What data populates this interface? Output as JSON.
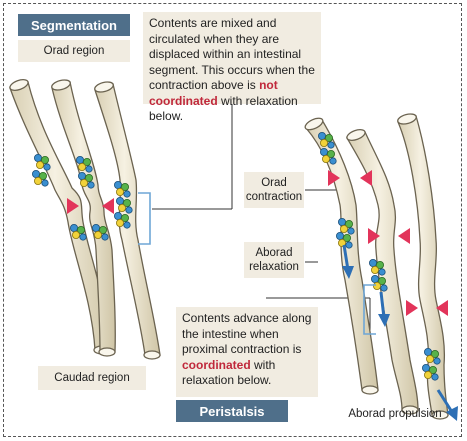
{
  "segmentation": {
    "title": "Segmentation",
    "orad_label": "Orad region",
    "caudad_label": "Caudad region",
    "description_parts": [
      "Contents are mixed and circulated when they are displaced within an intestinal segment. This occurs when the contraction above is ",
      "not coordinated",
      " with relaxation below."
    ]
  },
  "peristalsis": {
    "title": "Peristalsis",
    "orad_contraction_label": "Orad contraction",
    "aborad_relaxation_label": "Aborad relaxation",
    "aborad_propulsion_label": "Aborad propulsion",
    "description_parts": [
      "Contents advance along the intestine when proximal contraction is ",
      "coordinated",
      " with relaxation below."
    ]
  },
  "colors": {
    "header": "#4f6f8a",
    "callout_bg": "#f1ece1",
    "emphasis": "#c0283b",
    "arrow_contraction": "#e2345a",
    "arrow_flow": "#2d6fb5",
    "tube_fill": "#ebe4cf",
    "tube_stroke": "#6b6350"
  }
}
